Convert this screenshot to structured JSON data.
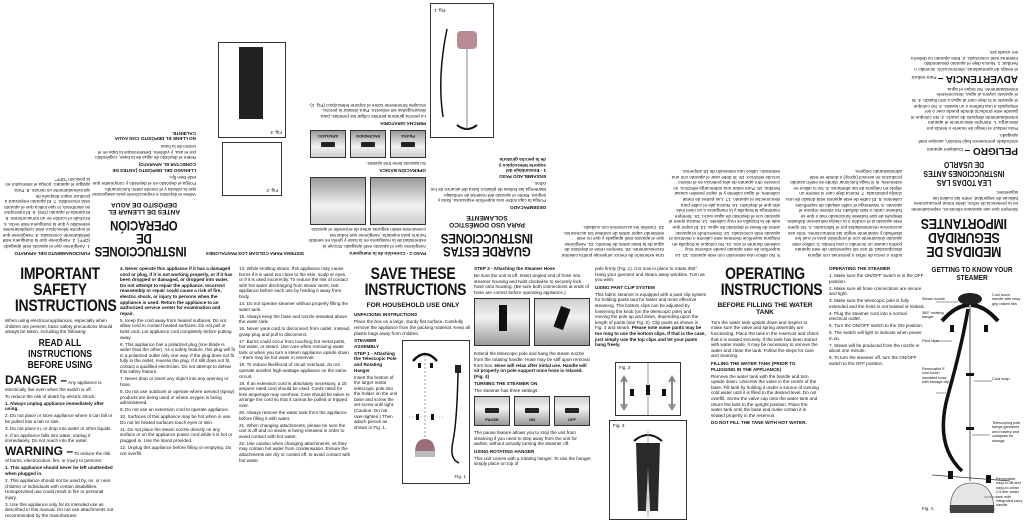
{
  "english": {
    "safety": {
      "title": "IMPORTANT SAFETY INSTRUCTIONS",
      "intro": "When using electrical appliances, especially when children are present, basic safety precautions should always be taken, including the following:",
      "read_all": "READ ALL INSTRUCTIONS BEFORE USING",
      "danger_label": "DANGER –",
      "danger_text": "Any appliance is electrically live even when the switch is off.",
      "danger_reduce": "To reduce the risk of death by electric shock:",
      "danger_items": [
        "1. Always unplug appliance immediately after using.",
        "2. Do not place or store appliance where it can fall or be pulled into a tub or sink.",
        "3. Do not place in, or drop into water or other liquids.",
        "4. If an appliance falls into water, unplug it immediately. Do not reach into the water."
      ],
      "warning_label": "WARNING –",
      "warning_text": "To reduce the risk of burns, electrocution, fire, or injury to persons:",
      "warning_items": [
        "1. This appliance should never be left unattended when plugged in.",
        "2. This appliance should not be used by, on, or near children or individuals with certain disabilities. Unsupervised use could result in fire or personal injury.",
        "3. Use this appliance only for its intended use as described in this manual. Do not use attachments not recommended by the manufacturer."
      ],
      "items_col2": [
        "4. Never operate this appliance if it has a damaged cord or plug, if it is not working properly, or if it has been dropped or damaged, or dropped into water. Do not attempt to repair the appliance. Incorrect reassembly or repair could cause a risk of fire, electric shock, or injury to persons when the appliance is used. Return the appliance to an authorized service center for examination and repair.",
        "5. Keep the cord away from heated surfaces. Do not allow cord to contact heated surfaces. Do not pull or twist cord. Let appliance cool completely before putting away.",
        "6. This appliance has a polarized plug (one blade is wider than the other). As a safety feature, this plug will fit in a polarized outlet only one way. If the plug does not fit fully in the outlet, reverse the plug. If it still does not fit, contact a qualified electrician. Do not attempt to defeat this safety feature.",
        "7. Never drop or insert any object into any opening or hose.",
        "8. Do not use outdoors or operate where aerosol (spray) products are being used or where oxygen is being administered.",
        "9. Do not use an extension cord to operate appliance.",
        "10. Surfaces of this appliance may be hot when in use. Do not let heated surfaces touch eyes or skin.",
        "11. Do not place the steam nozzle directly on any surface or on the appliance power cord while it is hot or plugged in. Use the stand provided.",
        "12. Unplug this appliance before filling or emptying. Do not overfill."
      ],
      "items_col3": [
        "13. While emitting steam, this appliance may cause burns if it is used too close to the skin, scalp or eyes, or if it is used incorrectly. To reduce the risk of contact with hot water discharging from steam vents, test appliance before each use by holding it away from body.",
        "14. Do not operate steamer without properly filling the water tank.",
        "15. Always keep the hose and nozzle elevated above the water tank.",
        "16. Never yank cord to disconnect from outlet. Instead, grasp plug and pull to disconnect.",
        "17. Burns could occur from touching hot metal parts, hot water, or steam. Use care when removing water tank or when you turn a steam appliance upside down – there may be hot water in reservoir.",
        "18. To reduce likelihood of circuit overload, do not operate another high-wattage appliance on the same circuit.",
        "19. If an extension cord is absolutely necessary, a 15 ampere rated cord should be used. Cords rated for less amperage may overheat. Care should be taken to arrange the cord so that it cannot be pulled or tripped over.",
        "20. Always remove the water tank from the appliance before filling it with water.",
        "21. When changing attachments, please be sure the unit is off and no steam is being released in order to avoid contact with hot water.",
        "22. Use caution when changing attachments, as they may contain hot water from condensation. Ensure the attachments are dry or cooled off, to avoid contact with hot water."
      ]
    },
    "save": {
      "title": "SAVE THESE INSTRUCTIONS",
      "subtitle": "FOR HOUSEHOLD USE ONLY",
      "unpacking_title": "UNPACKING INSTRUCTIONS",
      "unpacking_text": "Place the box on a large, sturdy flat surface. Carefully remove the appliance from the packing material. Keep all plastic bags away from children.",
      "assembly_title": "STEAMER ASSEMBLY",
      "step1_title": "STEP 1 - Attaching the Telescopic Pole and Rotating Hanger",
      "step1_text": "Insert the bottom of the larger metal telescopic pole into the holder on the unit base and screw the set screw until tight. (Caution: Do not over-tighten.) Then attach pieces as shown in Fig. 1.",
      "fig1_label": "Fig. 1"
    },
    "step2": {
      "title": "STEP 2 - Attaching the Steamer Hose",
      "text": "Be sure the unit is off. Insert angled end of hose into steamer housing and twist clockwise to securely lock hose onto housing. (Be sure both connections at ends of hose are correct before operating appliance.)",
      "extend_text": "Extend the telescopic pole and hang the steam nozzle from the rotating handle. Hose may be stiff upon removal from box.",
      "extend_bold": "Hose will relax after initial use. Handle will sit properly on pole support once hose is relaxed. (Fig. 4)",
      "turning_title": "TURNING THE STEAMER ON",
      "turning_text": "The steamer has three settings:",
      "settings": [
        "PAUSE",
        "ON",
        "OFF"
      ],
      "pause_text": "The pause feature allows you to stop the unit from steaming if you need to step away from the unit for awhile, without actually turning the steamer off.",
      "hanger_title": "USING ROTATING HANGER",
      "hanger_text": "This unit comes with a rotating hanger. To use the hanger, simply place on top of"
    },
    "pant": {
      "cont_text": "pole firmly (Fig. 1). It is now in place to rotate 360°. Hang your garment and steam away wrinkles. Turn as you wish.",
      "title": "USING PANT CLIP SYSTEM",
      "text": "This fabric steamer is equipped with a pant clip system for holding pants taut for faster and more effective steaming. The bottom clips can be adjusted by loosening the knob (on the telescopic pole) and moving the pole up and down, depending upon the length of pants (see Fig. 2). Clip pants as shown in Fig. 3 and steam.",
      "bold": "Please note some pants may be too long to use the bottom clips. If that is the case, just simply use the top clips and let your pants hang freely.",
      "fig2_label": "Fig. 2",
      "fig3_label": "Fig. 3"
    },
    "operating": {
      "title": "OPERATING INSTRUCTIONS",
      "before_title": "BEFORE FILLING THE WATER TANK",
      "before_text": "Turn the water tank upside down and inspect to make sure the valve and spring assembly are functioning. Place the tank in the reservoir and check that it is seated securely. If the tank has been stored with water inside, it may be necessary to remove the water and clean the tank. Follow the steps for care and cleaning.",
      "filling_title": "FILLING THE WATER TANK (PRIOR TO PLUGGING IN THE APPLIANCE)",
      "filling_text": "Remove the water tank with the handle and turn upside down. Unscrew the valve in the center of the base. Fill tank by holding it under a source of running cold water until it is filled to the desired level. Do not overfill. Screw the valve cap onto the water tank and return the tank to the upright position. Place the water tank onto the base and make certain it is seated properly in the reservoir.",
      "filling_warn": "DO NOT FILL THE TANK WITH HOT WATER.",
      "steps_title": "OPERATING THE STEAMER",
      "steps": [
        "1. Make sure the ON/OFF switch is in the OFF position.",
        "2. Make sure all hose connections are secure and tight.",
        "3. Make sure the telescopic pole is fully extended and the hose is not twisted or kinked.",
        "4. Plug the steamer cord into a normal electrical outlet.",
        "5. Turn the ON/OFF switch to the ON position.",
        "6. The switch will light to indicate when power in on.",
        "7. Steam will be produced from the nozzle in about one minute.",
        "8. To turn the steamer off, turn the ON/OFF switch to the OFF position."
      ]
    },
    "know": {
      "title": "GETTING TO KNOW YOUR STEAMER",
      "labels": {
        "nozzle": "Steam nozzle",
        "hanger": "360° rotating hanger",
        "handle": "Cool touch handle with easy grip raised ribs",
        "clips": "Pant clips",
        "hose": "Removable 5' cool-touch insulated hose with storage clip",
        "cord": "Cord wrap",
        "pole": "Telescoping pole hangs garments and hosiery and collapses for storage",
        "tank": "Removable, easy-to-fill and easy-to-clean 2.5-liter water tank with integrated carry handle"
      },
      "fig4_label": "Fig. 4."
    }
  },
  "spanish": {
    "medidas_title": "MEDIDAS DE SEGURIDAD IMPORTANTES",
    "medidas_intro": "Siempre que use aparatos eléctricos, especialmente en la presencia de niños, debe tomar precauciones básicas de seguridad, entre las cuales las siguientes:",
    "lea_title": "LEA TODAS LAS INSTRUCCIONES ANTES DE USARLO",
    "peligro_label": "PELIGRO –",
    "peligro_text": "Cualquier aparato enchufado permanece bajo tensión, aunque esté apagado.",
    "peligro_items": "Para reducir el riesgo de muerte o herida por descarga: 1. Siempre desconecte el aparato inmediatamente después de usarlo. 2. No coloque ni guarde este producto donde pueda caer o ser empujado a una bañera o un lavabo. 3. No coloque el aparato ni lo deje caer al agua u otro líquido. 4. Si el aparato cayera al agua, desconéctelo inmediatamente. No toque el agua.",
    "advertencia_label": "ADVERTENCIA –",
    "advertencia_text": "Para reducir el riesgo de quemaduras, electrocución, incendio o heridas: 1. Nunca deje el aparato desatendido mientras esté conectado. 2. Este aparato no debería ser usado por,",
    "col2_text": "sobre o cerca de niños o personas con alguna discapacidad. El uso sin supervisión de este aparato podría causar un incendio o una herida. 3. Utilice este aparato únicamente con el propósito para el cual fue diseñado y solamente según las instrucciones. Sólo use accesorios recomendados por el fabricante. 4. No opere este aparato si el cordón o la clavija estuvieran dañados, después de que hubiese funcionado mal o que se hubiese caído o sido dañado. No intente reparar el aparato. 5. Mantenga el cable alejado de superficies calientes. 6. El cable de este aparato está dotado de una clavija polarizada. 7. Nunca deje caer ni inserte un objeto en ninguna de las aberturas. 8. No lo utilice en exteriores, ni lo haga funcionar donde se estén usando productos en aerosol (spray) o donde se esté administrando oxígeno.",
    "col3_text": "9. No utilice una extensión con este aparato. 10. La superficie de este aparato puede volverse muy caliente durante el uso. 11. No coloque la boquilla en ninguna superficie mientras esté caliente o mientras el aparato esté conectado. 12. Desenchufe el aparato antes de llenar el depósito de agua. 13. El vapor que sale de la boquilla es muy caliente. 14. Nunca opere el aparato con el depósito de agua vacío. 15. Siempre mantenga la boquilla y la manguera a un nivel más alto que el depósito. 16. Nunca jale el cable para desconectar el aparato. 17. Las partes de metal calientes, el agua caliente y el vapor pueden causar heridas. 18. Para evitar una sobrecarga eléctrica, no conecte otro aparato de alta potencia en el mismo circuito eléctrico. 19. Si debe usar el aparato con una extensión, utilice una extensión de 15 amperios.",
    "col4_text": "Una extensión de menor amperaje podría calentar excesivamente. 20. Siempre retire el depósito de agua de la base antes de llenarlo. 21. Asegúrese que el aparato esté apagado y que no esté emitiendo vapor antes de cambiar los accesorios. 22. Cambie los accesorios con cuidado.",
    "guarde_title": "GUARDE ESTAS INSTRUCCIONES",
    "guarde_sub": "PARA USO DOMÉSTICO SOLAMENTE",
    "desempacado_title": "DESEMPACADO",
    "desempacado_text": "Ponga la caja sobre una superficie espaciosa, llana y segura. Retire el aparato del material de embalaje. Mantenga las bolsas de plástico fuera del alcance de los niños.",
    "ensamblado_title": "ENSAMBLADO PASO 1 - Ensamblaje del soporte telescópico y de la percha giratoria",
    "paso2_title": "PASO 2 - Conexión de la manguera",
    "paso2_text": "Asegúrese que el aparato esté apagado. Encaje la extremidad de la manguera en la base y gírela en sentido horario para sujetarla. Asegúrese que todas las conexiones estén seguras antes de encender el aparato.",
    "operacion_title": "OPERACIÓN BÁSICA",
    "operacion_text": "Su aparato tiene tres ajustes:",
    "settings": [
      "PAUSA",
      "ENCENDIDO",
      "APAGADO"
    ],
    "percha_title": "PERCHA GIRATORIA",
    "percha_text": "La percha giratoria permite colgar las prendas, para desarrugarlas sin esfuerzo. Para instalar la percha, encájela firmemente sobre el soporte telescópico (Fig. 1).",
    "sistema_title": "SISTEMA PARA COLGAR LOS PANTALONES",
    "instr_title": "INSTRUCCIONES DE OPERACIÓN",
    "antes_title": "ANTES DE LLENAR EL DEPÓSITO DE AGUA",
    "antes_text": "Voltee el depósito e inspecciónelo para asegurarse que la válvula y el resorte estén funcionando. Ponga el depósito en el depósito y compruebe que esté bien fijo.",
    "llenado_title": "LLENADO DEL DEPÓSITO (ANTES DE CONECTAR EL APARATO)",
    "llenado_text": "Retire el depósito de agua de la base, cogiéndolo por el asa, y voltéelo. Desenrosque la tapa en el centro de la base.",
    "no_llene": "NO LLENE EL DEPÓSITO CON AGUA CALIENTE.",
    "func_title": "FUNCIONAMIENTO DEL APARATO",
    "func_text": "1. Asegúrese que el aparato esté apagado (OFF). 2. Asegúrese que la manguera esté debidamente conectada. 3. Asegúrese que el soporte telescópico esté completamente extendido y que la manguera esté recta. 4. Enchufe el cordón en un tomacorriente. 5. Encienda el aparato (ON). 6. El interruptor se alumbrará, lo que indica que el aparato está encendido. 7. El aparato empezará a producir vapor después de aproximadamente un minuto. 8. Para apagar el aparato, ponga el interruptor en la posición \"OFF\".",
    "fig1": "Fig. 1",
    "fig2": "Fig. 2",
    "fig3": "Fig. 3"
  }
}
